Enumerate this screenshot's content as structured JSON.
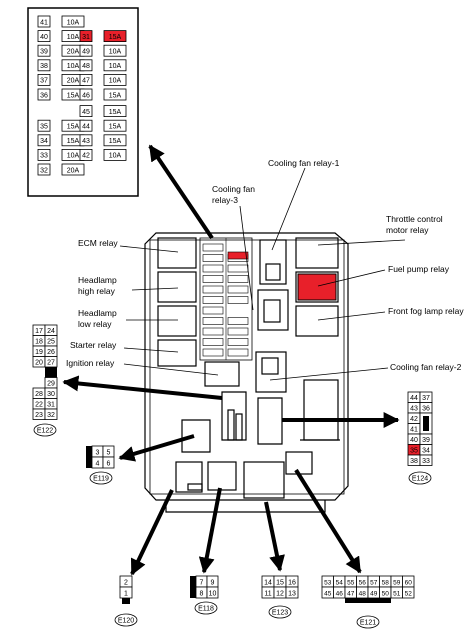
{
  "fuse_table": {
    "rows": [
      [
        {
          "no": "41",
          "amp": "10A"
        },
        null
      ],
      [
        {
          "no": "40",
          "amp": "10A"
        },
        {
          "no": "31",
          "amp": "15A",
          "highlight": true
        }
      ],
      [
        {
          "no": "39",
          "amp": "20A"
        },
        {
          "no": "49",
          "amp": "10A"
        }
      ],
      [
        {
          "no": "38",
          "amp": "10A"
        },
        {
          "no": "48",
          "amp": "10A"
        }
      ],
      [
        {
          "no": "37",
          "amp": "20A"
        },
        {
          "no": "47",
          "amp": "10A"
        }
      ],
      [
        {
          "no": "36",
          "amp": "15A"
        },
        {
          "no": "46",
          "amp": "15A"
        }
      ],
      [
        null,
        {
          "no": "45",
          "amp": "15A"
        }
      ],
      [
        {
          "no": "35",
          "amp": "15A"
        },
        {
          "no": "44",
          "amp": "15A"
        }
      ],
      [
        {
          "no": "34",
          "amp": "15A"
        },
        {
          "no": "43",
          "amp": "15A"
        }
      ],
      [
        {
          "no": "33",
          "amp": "10A"
        },
        {
          "no": "42",
          "amp": "10A"
        }
      ],
      [
        {
          "no": "32",
          "amp": "20A"
        },
        null
      ]
    ]
  },
  "labels": {
    "cooling_fan_relay_1": "Cooling fan relay-1",
    "cooling_fan_relay_3_line1": "Cooling fan",
    "cooling_fan_relay_3_line2": "relay-3",
    "throttle_line1": "Throttle control",
    "throttle_line2": "motor relay",
    "ecm_relay": "ECM relay",
    "headlamp_high_line1": "Headlamp",
    "headlamp_high_line2": "high relay",
    "headlamp_low_line1": "Headlamp",
    "headlamp_low_line2": "low relay",
    "starter_relay": "Starter relay",
    "ignition_relay": "Ignition relay",
    "fuel_pump_relay": "Fuel pump relay",
    "front_fog_lamp_relay": "Front fog lamp relay",
    "cooling_fan_relay_2": "Cooling fan relay-2"
  },
  "connectors": {
    "e122": {
      "id": "E122",
      "left": [
        "17",
        "18",
        "19",
        "20",
        "",
        "28",
        "22",
        "23"
      ],
      "right": [
        "24",
        "25",
        "26",
        "27",
        "",
        "29",
        "30",
        "31",
        "32"
      ]
    },
    "e119": {
      "id": "E119",
      "cells": [
        "3",
        "4",
        "5",
        "6"
      ]
    },
    "e124": {
      "id": "E124",
      "left": [
        "44",
        "43",
        "42",
        "41",
        "40",
        "35",
        "38"
      ],
      "right": [
        "37",
        "36",
        "",
        "",
        "39",
        "34",
        "33"
      ]
    },
    "e120": {
      "id": "E120",
      "cells": [
        "2",
        "1"
      ]
    },
    "e118": {
      "id": "E118",
      "cells": [
        "7",
        "9",
        "8",
        "10"
      ]
    },
    "e123": {
      "id": "E123",
      "cells": [
        "14",
        "15",
        "16",
        "11",
        "12",
        "13"
      ]
    },
    "e121": {
      "id": "E121",
      "top": [
        "53",
        "54",
        "55",
        "56",
        "57",
        "58",
        "59",
        "60"
      ],
      "bottom": [
        "45",
        "46",
        "47",
        "48",
        "49",
        "50",
        "51",
        "52"
      ]
    }
  },
  "colors": {
    "highlight": "#e8202a",
    "line": "#000000"
  }
}
